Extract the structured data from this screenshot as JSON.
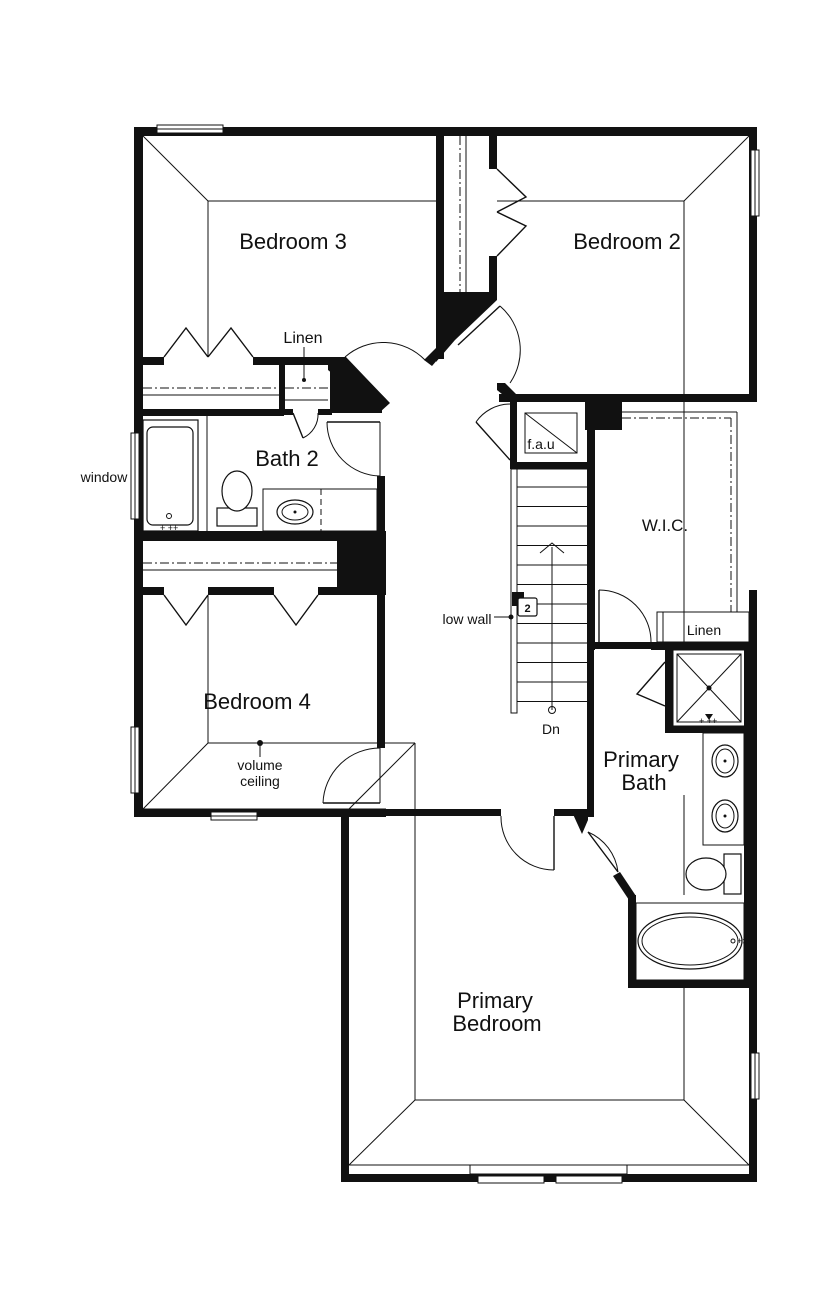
{
  "rooms": {
    "bedroom3": "Bedroom 3",
    "bedroom2": "Bedroom 2",
    "bath2": "Bath 2",
    "bedroom4": "Bedroom 4",
    "wic": "W.I.C.",
    "primary_bath_line1": "Primary",
    "primary_bath_line2": "Bath",
    "primary_bedroom_line1": "Primary",
    "primary_bedroom_line2": "Bedroom"
  },
  "labels": {
    "linen_top": "Linen",
    "linen_right": "Linen",
    "window": "window",
    "fau": "f.a.u",
    "low_wall": "low wall",
    "stair_marker": "2",
    "down": "Dn",
    "volume_line1": "volume",
    "volume_line2": "ceiling"
  }
}
